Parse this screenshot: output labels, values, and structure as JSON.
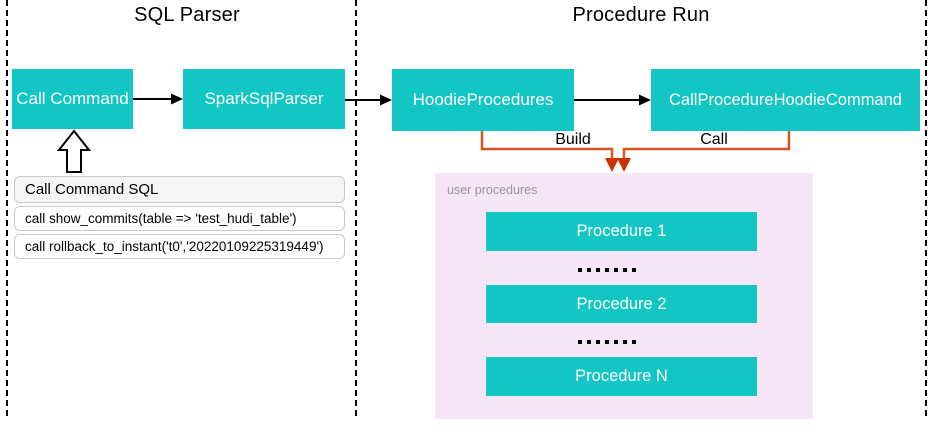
{
  "diagram": {
    "sections": [
      {
        "id": "sql-parser",
        "title": "SQL Parser"
      },
      {
        "id": "procedure-run",
        "title": "Procedure Run"
      }
    ],
    "nodes": {
      "call_command": "Call Command",
      "spark_sql_parser": "SparkSqlParser",
      "hoodie_procedures": "HoodieProcedures",
      "call_procedure_hoodie_command": "CallProcedureHoodieCommand"
    },
    "edge_labels": {
      "build": "Build",
      "call": "Call"
    },
    "sql_snippet": {
      "title": "Call Command SQL",
      "lines": [
        "call show_commits(table => 'test_hudi_table')",
        "call rollback_to_instant('t0','20220109225319449')"
      ]
    },
    "user_procedures": {
      "label": "user procedures",
      "items": [
        "Procedure 1",
        "Procedure 2",
        "Procedure N"
      ]
    },
    "colors": {
      "node_teal": "#12C6C3",
      "container_pink": "#F5E5F7",
      "connector_orange": "#D4561E",
      "arrowhead_red": "#CE2F02",
      "line_black": "#000000"
    }
  }
}
